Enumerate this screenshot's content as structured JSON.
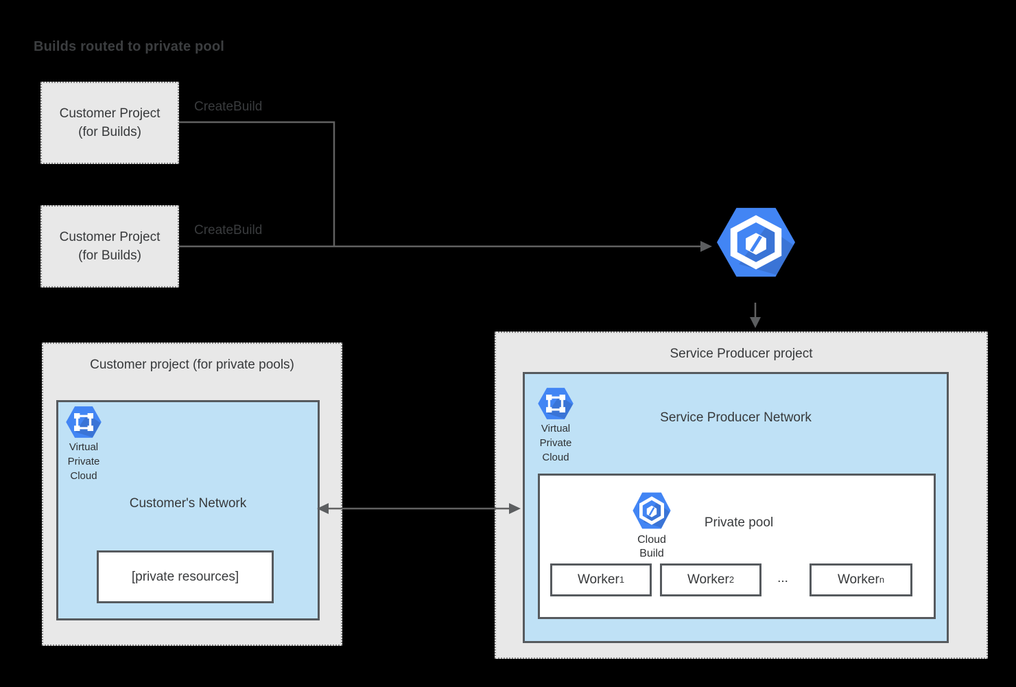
{
  "title": "Builds routed to private pool",
  "colors": {
    "google_blue": "#4285f4",
    "network_light_blue": "#bfe1f6",
    "project_gray": "#e8e8e8",
    "border_dark_gray": "#565a5e",
    "connector_gray": "#616161",
    "text_dark": "#37393b"
  },
  "build_projects": [
    {
      "line1": "Customer Project",
      "line2": "(for Builds)",
      "action": "CreateBuild"
    },
    {
      "line1": "Customer Project",
      "line2": "(for Builds)",
      "action": "CreateBuild"
    }
  ],
  "customer_project": {
    "title": "Customer project (for private pools)",
    "network": {
      "vpc_caption": [
        "Virtual",
        "Private",
        "Cloud"
      ],
      "title": "Customer's Network",
      "resources": "[private resources]"
    }
  },
  "service_producer": {
    "title": "Service Producer project",
    "network": {
      "vpc_caption": [
        "Virtual",
        "Private",
        "Cloud"
      ],
      "title": "Service Producer Network",
      "pool": {
        "caption": [
          "Cloud",
          "Build"
        ],
        "title": "Private pool",
        "workers": [
          {
            "base": "Worker",
            "sub": "1"
          },
          {
            "base": "Worker",
            "sub": "2"
          },
          {
            "base": "Worker",
            "sub": "n"
          }
        ],
        "ellipsis": "..."
      }
    }
  }
}
